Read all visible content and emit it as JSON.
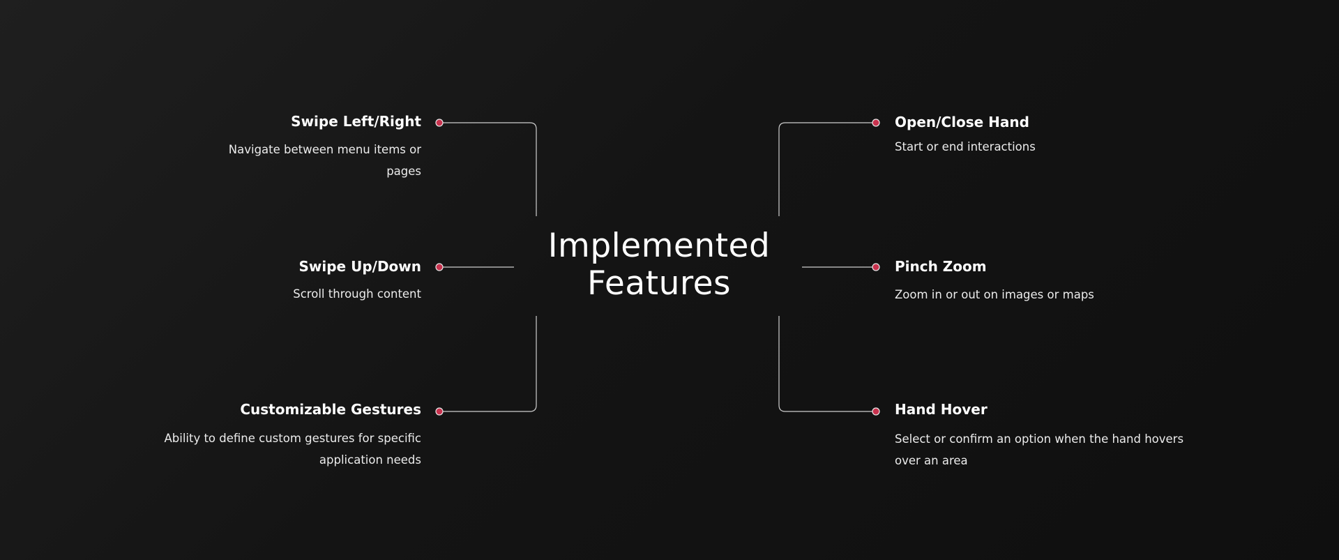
{
  "title": {
    "line1": "Implemented",
    "line2": "Features"
  },
  "colors": {
    "background": "#141414",
    "accent_dot": "#c8324e",
    "connector": "#cfcfcf",
    "text": "#ffffff"
  },
  "features": {
    "swipe_left_right": {
      "title": "Swipe Left/Right",
      "description": "Navigate between menu items or pages"
    },
    "swipe_up_down": {
      "title": "Swipe Up/Down",
      "description": "Scroll through content"
    },
    "customizable_gestures": {
      "title": "Customizable Gestures",
      "description": "Ability to define custom gestures for specific application needs"
    },
    "open_close_hand": {
      "title": "Open/Close Hand",
      "description": "Start or end interactions"
    },
    "pinch_zoom": {
      "title": "Pinch Zoom",
      "description": "Zoom in or out on images or maps"
    },
    "hand_hover": {
      "title": "Hand Hover",
      "description": "Select or confirm an option when the hand hovers over an area"
    }
  }
}
